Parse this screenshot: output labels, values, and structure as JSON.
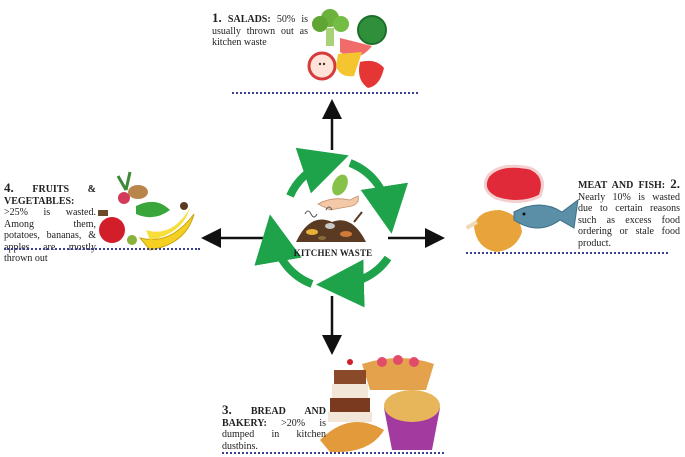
{
  "center": {
    "label": "KITCHEN WASTE"
  },
  "salads": {
    "num": "1.",
    "title": "SALADS:",
    "text": "50% is usually thrown out as kitchen waste"
  },
  "meat": {
    "num": "2.",
    "title": "MEAT AND FISH:",
    "text": "Nearly 10% is wasted due to certain reasons such as excess food ordering or stale food product."
  },
  "bread": {
    "num": "3.",
    "title": "BREAD AND BAKERY:",
    "text": ">20% is dumped in kitchen dustbins."
  },
  "fruits": {
    "num": "4.",
    "title": "FRUITS & VEGETABLES:",
    "text": ">25% is wasted. Among them, potatoes, bananas, & apples are mostly thrown out"
  },
  "colors": {
    "cycle_green": "#1fa34a",
    "arrow": "#111111",
    "separator": "#3b3f8f"
  }
}
